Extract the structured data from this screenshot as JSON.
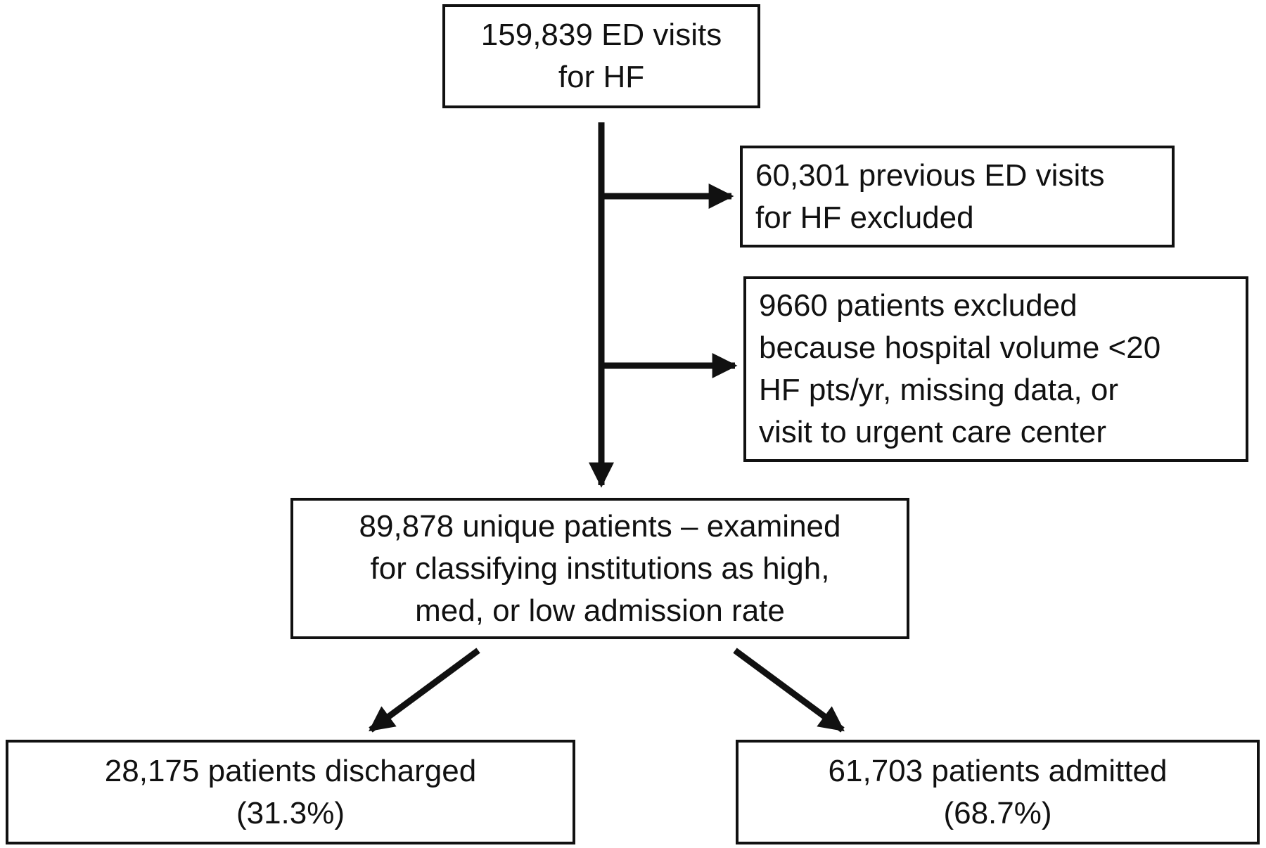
{
  "flowchart": {
    "ed_visits": {
      "lines": [
        "159,839 ED visits",
        "for HF"
      ]
    },
    "previous_visits_excluded": {
      "lines": [
        "60,301 previous ED visits",
        "for HF excluded"
      ]
    },
    "patients_excluded": {
      "lines": [
        "9660 patients excluded",
        "because hospital volume <20",
        "HF pts/yr, missing data, or",
        "visit to urgent care center"
      ]
    },
    "unique_patients": {
      "lines": [
        "89,878 unique patients – examined",
        "for classifying institutions as high,",
        "med, or low admission rate"
      ]
    },
    "discharged": {
      "lines": [
        "28,175 patients discharged",
        "(31.3%)"
      ]
    },
    "admitted": {
      "lines": [
        "61,703 patients admitted",
        "(68.7%)"
      ]
    }
  },
  "colors": {
    "line": "#111111",
    "background": "#ffffff"
  }
}
